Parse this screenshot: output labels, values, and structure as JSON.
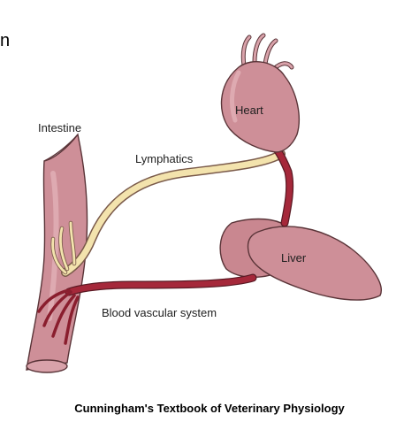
{
  "stray_glyph": "n",
  "labels": {
    "heart": "Heart",
    "intestine": "Intestine",
    "lymphatics": "Lymphatics",
    "liver": "Liver",
    "blood_vascular_system": "Blood vascular system"
  },
  "caption": "Cunningham's Textbook of Veterinary Physiology",
  "colors": {
    "organ_fill": "#ce8f98",
    "organ_stroke": "#5a3438",
    "blood_vessel": "#a5283a",
    "lymphatic_vessel": "#f3e3ad"
  }
}
